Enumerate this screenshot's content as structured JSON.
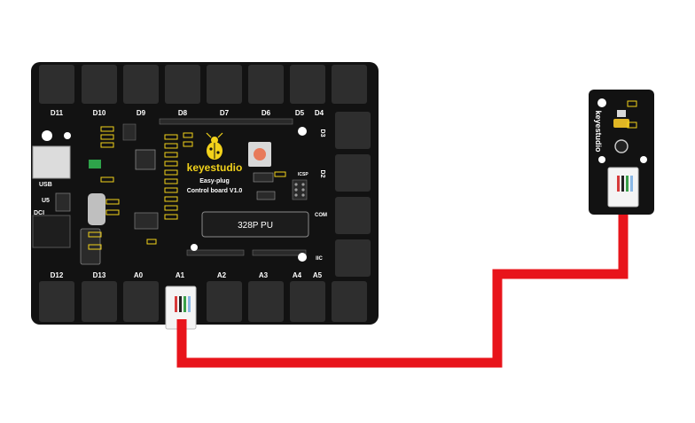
{
  "board": {
    "brand": "keyestudio",
    "subtitle_line1": "Easy-plug",
    "subtitle_line2": "Control board V1.0",
    "chip": "328P PU",
    "usb_label": "USB",
    "power_label": "DCI",
    "regulator_label": "U5",
    "icsp_label": "ICSP",
    "top_port_labels": [
      "D11",
      "D10",
      "D9",
      "D8",
      "D7",
      "D6",
      "D5",
      "D4"
    ],
    "right_port_labels": [
      "D3",
      "D2",
      "COM",
      "IIC"
    ],
    "bottom_port_labels": [
      "D12",
      "D13",
      "A0",
      "A1",
      "A2",
      "A3",
      "A4",
      "A5"
    ]
  },
  "module": {
    "brand": "keyestudio"
  },
  "cable": {
    "color": "#e8141b"
  },
  "colors": {
    "board": "#121212",
    "pad": "#2e2e2e",
    "silk": "#f2d21b",
    "connector": "#f4f4f4"
  }
}
